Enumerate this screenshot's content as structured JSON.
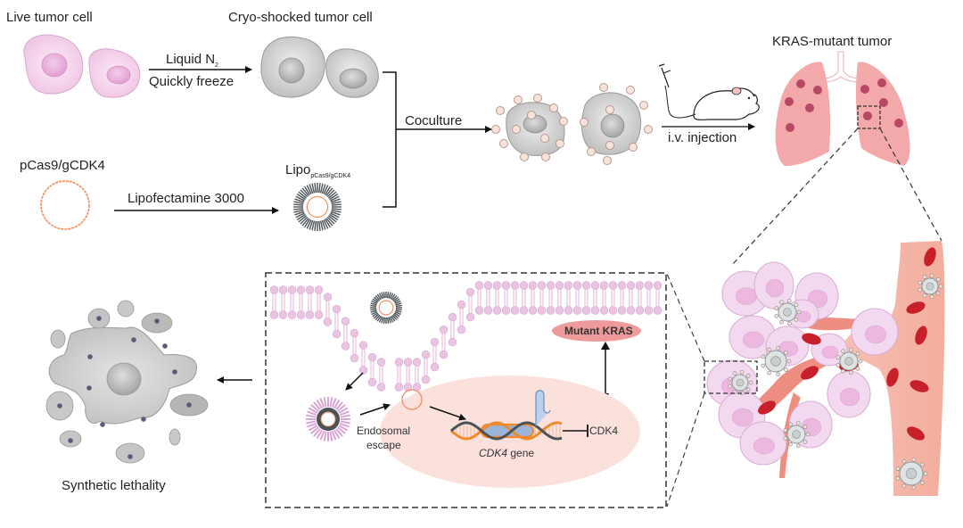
{
  "figure": {
    "type": "schematic",
    "colors": {
      "live_cell": "#f1c9e6",
      "frozen_cell": "#cfcfcf",
      "plasmid": "#f08a5a",
      "lipid_head": "#e9bfe0",
      "lipo_tail": "#4a5358",
      "lung": "#f3a9a9",
      "tumor_nodule": "#b84866",
      "vessel": "#f4b3a3",
      "rbc": "#c8202a",
      "nucleus_ellipse": "#fbe1dc",
      "kras_ellipse": "#ef9a9a",
      "arrow": "#111111"
    }
  },
  "labels": {
    "live_tumor_cell": "Live tumor cell",
    "cryo_shocked_tumor_cell": "Cryo-shocked tumor cell",
    "liquid_n2": "Liquid N",
    "liquid_n2_sub": "2",
    "quickly_freeze": "Quickly freeze",
    "plasmid": "pCas9/gCDK4",
    "lipofectamine": "Lipofectamine 3000",
    "lipo": "Lipo",
    "lipo_sub": "pCas9/gCDK4",
    "coculture": "Coculture",
    "iv_injection": "i.v. injection",
    "kras_tumor": "KRAS-mutant tumor",
    "mutant_kras": "Mutant KRAS",
    "endosomal_escape_1": "Endosomal",
    "endosomal_escape_2": "escape",
    "cdk4_gene_italic": "CDK4",
    "cdk4_gene_suffix": " gene",
    "cdk4": "CDK4",
    "synthetic_lethality": "Synthetic lethality"
  }
}
